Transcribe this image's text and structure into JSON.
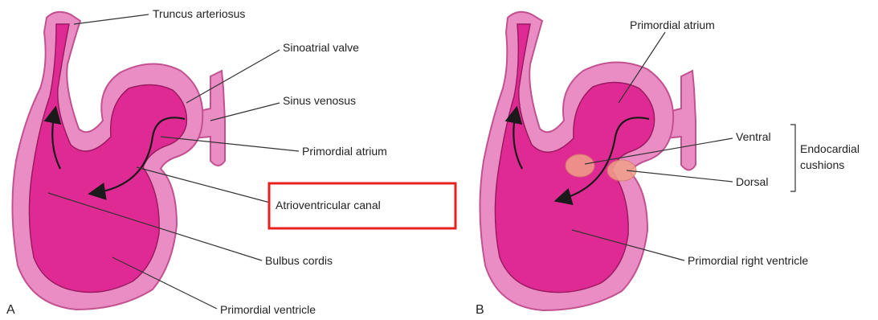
{
  "panels": {
    "a": {
      "letter": "A",
      "labels": {
        "truncus": "Truncus arteriosus",
        "sinoatrial_valve": "Sinoatrial valve",
        "sinus_venosus": "Sinus venosus",
        "primordial_atrium": "Primordial atrium",
        "av_canal": "Atrioventricular canal",
        "bulbus_cordis": "Bulbus cordis",
        "primordial_ventricle": "Primordial ventricle"
      }
    },
    "b": {
      "letter": "B",
      "labels": {
        "primordial_atrium": "Primordial atrium",
        "ventral": "Ventral",
        "dorsal": "Dorsal",
        "endocardial": "Endocardial",
        "cushions": "cushions",
        "right_ventricle": "Primordial right ventricle"
      }
    }
  },
  "colors": {
    "wall": "#e98dc4",
    "lumen": "#e02a93",
    "highlight": "#e8201c"
  }
}
